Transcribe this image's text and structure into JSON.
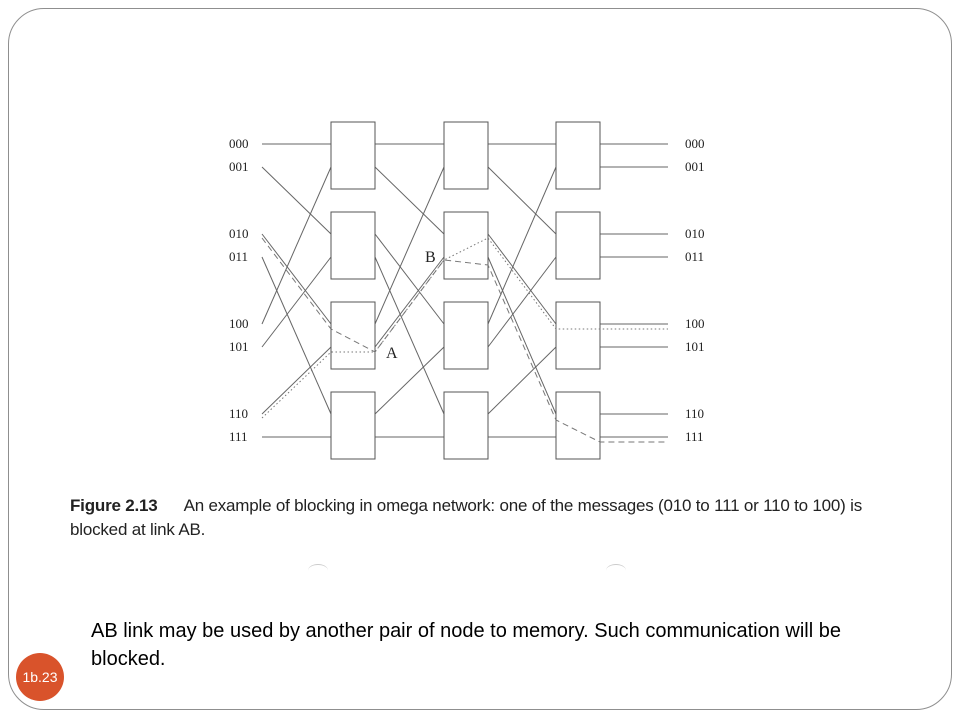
{
  "figure": {
    "label": "Figure 2.13",
    "caption": "An example of blocking in omega network: one of the messages (010 to 111 or 110 to 100) is blocked at link AB."
  },
  "ports": {
    "inputs": [
      "000",
      "001",
      "010",
      "011",
      "100",
      "101",
      "110",
      "111"
    ],
    "outputs": [
      "000",
      "001",
      "010",
      "011",
      "100",
      "101",
      "110",
      "111"
    ]
  },
  "links": {
    "a": "A",
    "b": "B"
  },
  "body_text": "AB link may be used by another pair of node to memory. Such communication will be blocked.",
  "slide_number": "1b.23"
}
